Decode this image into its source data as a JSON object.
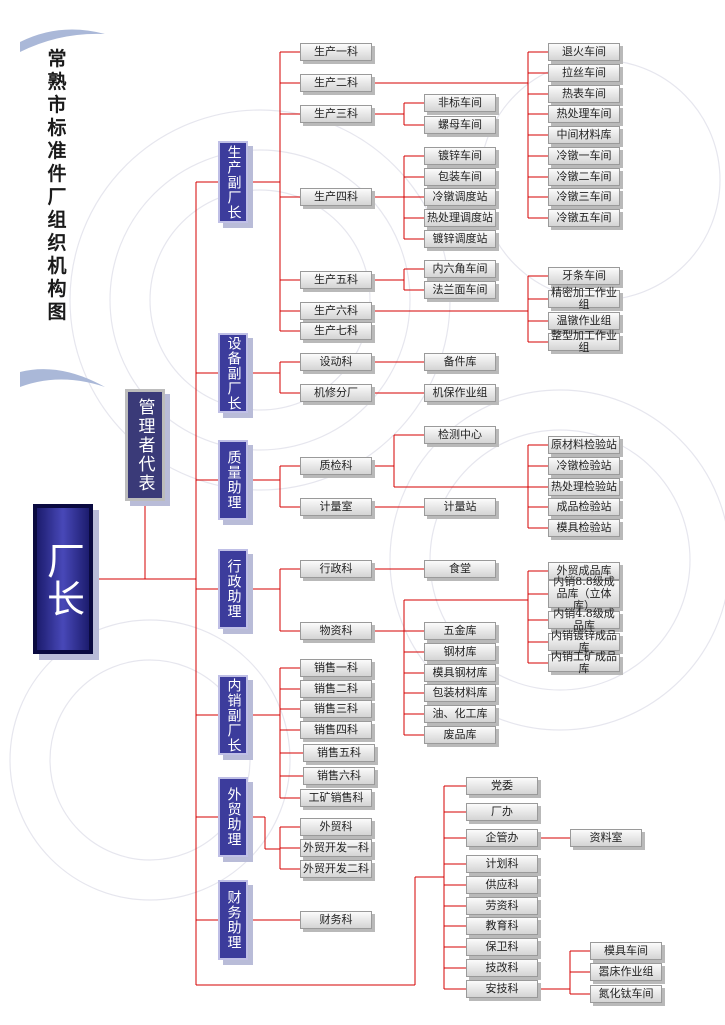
{
  "title": "常熟市标准件厂组织机构图",
  "root": {
    "label": "厂长"
  },
  "manager_rep": {
    "label": "管理者代表"
  },
  "nodes": [
    {
      "id": "prod_vp",
      "label": "生产副厂长",
      "kind": "head"
    },
    {
      "id": "s1",
      "label": "生产一科",
      "kind": "leaf"
    },
    {
      "id": "s2",
      "label": "生产二科",
      "kind": "leaf"
    },
    {
      "id": "s3",
      "label": "生产三科",
      "kind": "leaf"
    },
    {
      "id": "s4",
      "label": "生产四科",
      "kind": "leaf"
    },
    {
      "id": "s5",
      "label": "生产五科",
      "kind": "leaf"
    },
    {
      "id": "s6",
      "label": "生产六科",
      "kind": "leaf"
    },
    {
      "id": "s7",
      "label": "生产七科",
      "kind": "leaf"
    },
    {
      "id": "s2a",
      "label": "退火车间",
      "kind": "leaf"
    },
    {
      "id": "s2b",
      "label": "拉丝车间",
      "kind": "leaf"
    },
    {
      "id": "s2c",
      "label": "热表车间",
      "kind": "leaf"
    },
    {
      "id": "s2d",
      "label": "热处理车间",
      "kind": "leaf"
    },
    {
      "id": "s2e",
      "label": "中间材料库",
      "kind": "leaf"
    },
    {
      "id": "s2f",
      "label": "冷镦一车间",
      "kind": "leaf"
    },
    {
      "id": "s2g",
      "label": "冷镦二车间",
      "kind": "leaf"
    },
    {
      "id": "s2h",
      "label": "冷镦三车间",
      "kind": "leaf"
    },
    {
      "id": "s2i",
      "label": "冷镦五车间",
      "kind": "leaf"
    },
    {
      "id": "s3a",
      "label": "非标车间",
      "kind": "leaf"
    },
    {
      "id": "s3b",
      "label": "螺母车间",
      "kind": "leaf"
    },
    {
      "id": "s4a",
      "label": "镀锌车间",
      "kind": "leaf"
    },
    {
      "id": "s4b",
      "label": "包装车间",
      "kind": "leaf"
    },
    {
      "id": "s4c",
      "label": "冷镦调度站",
      "kind": "leaf"
    },
    {
      "id": "s4d",
      "label": "热处理调度站",
      "kind": "leaf"
    },
    {
      "id": "s4e",
      "label": "镀锌调度站",
      "kind": "leaf"
    },
    {
      "id": "s5a",
      "label": "内六角车间",
      "kind": "leaf"
    },
    {
      "id": "s5b",
      "label": "法兰面车间",
      "kind": "leaf"
    },
    {
      "id": "s6a",
      "label": "牙条车间",
      "kind": "leaf"
    },
    {
      "id": "s6b",
      "label": "精密加工作业组",
      "kind": "leaf"
    },
    {
      "id": "s6c",
      "label": "温镦作业组",
      "kind": "leaf"
    },
    {
      "id": "s6d",
      "label": "整型加工作业组",
      "kind": "leaf"
    },
    {
      "id": "eq_vp",
      "label": "设备副厂长",
      "kind": "head"
    },
    {
      "id": "e1",
      "label": "设动科",
      "kind": "leaf"
    },
    {
      "id": "e2",
      "label": "机修分厂",
      "kind": "leaf"
    },
    {
      "id": "e1a",
      "label": "备件库",
      "kind": "leaf"
    },
    {
      "id": "e2a",
      "label": "机保作业组",
      "kind": "leaf"
    },
    {
      "id": "q_as",
      "label": "质量助理",
      "kind": "head"
    },
    {
      "id": "q1",
      "label": "质检科",
      "kind": "leaf"
    },
    {
      "id": "q2",
      "label": "计量室",
      "kind": "leaf"
    },
    {
      "id": "q1a",
      "label": "检测中心",
      "kind": "leaf"
    },
    {
      "id": "q1b",
      "label": "原材料检验站",
      "kind": "leaf"
    },
    {
      "id": "q1c",
      "label": "冷镦检验站",
      "kind": "leaf"
    },
    {
      "id": "q1d",
      "label": "热处理检验站",
      "kind": "leaf"
    },
    {
      "id": "q1e",
      "label": "成品检验站",
      "kind": "leaf"
    },
    {
      "id": "q1f",
      "label": "模具检验站",
      "kind": "leaf"
    },
    {
      "id": "q2a",
      "label": "计量站",
      "kind": "leaf"
    },
    {
      "id": "a_as",
      "label": "行政助理",
      "kind": "head"
    },
    {
      "id": "a1",
      "label": "行政科",
      "kind": "leaf"
    },
    {
      "id": "a2",
      "label": "物资科",
      "kind": "leaf"
    },
    {
      "id": "a1a",
      "label": "食堂",
      "kind": "leaf"
    },
    {
      "id": "a2a",
      "label": "五金库",
      "kind": "leaf"
    },
    {
      "id": "a2b",
      "label": "钢材库",
      "kind": "leaf"
    },
    {
      "id": "a2c",
      "label": "模具钢材库",
      "kind": "leaf"
    },
    {
      "id": "a2d",
      "label": "包装材料库",
      "kind": "leaf"
    },
    {
      "id": "a2e",
      "label": "油、化工库",
      "kind": "leaf"
    },
    {
      "id": "a2f",
      "label": "废品库",
      "kind": "leaf"
    },
    {
      "id": "a2g",
      "label": "外贸成品库",
      "kind": "leaf"
    },
    {
      "id": "a2h",
      "label": "内销8.8级成品库（立体库）",
      "kind": "leaf"
    },
    {
      "id": "a2i",
      "label": "内销4.8级成品库",
      "kind": "leaf"
    },
    {
      "id": "a2j",
      "label": "内销镀锌成品库",
      "kind": "leaf"
    },
    {
      "id": "a2k",
      "label": "内销工矿成品库",
      "kind": "leaf"
    },
    {
      "id": "d_vp",
      "label": "内销副厂长",
      "kind": "head"
    },
    {
      "id": "d1",
      "label": "销售一科",
      "kind": "leaf"
    },
    {
      "id": "d2",
      "label": "销售二科",
      "kind": "leaf"
    },
    {
      "id": "d3",
      "label": "销售三科",
      "kind": "leaf"
    },
    {
      "id": "d4",
      "label": "销售四科",
      "kind": "leaf"
    },
    {
      "id": "d5",
      "label": "销售五科",
      "kind": "leaf"
    },
    {
      "id": "d6",
      "label": "销售六科",
      "kind": "leaf"
    },
    {
      "id": "d7",
      "label": "工矿销售科",
      "kind": "leaf"
    },
    {
      "id": "f_as",
      "label": "外贸助理",
      "kind": "head"
    },
    {
      "id": "f1",
      "label": "外贸科",
      "kind": "leaf"
    },
    {
      "id": "f2",
      "label": "外贸开发一科",
      "kind": "leaf"
    },
    {
      "id": "f3",
      "label": "外贸开发二科",
      "kind": "leaf"
    },
    {
      "id": "fi_as",
      "label": "财务助理",
      "kind": "head"
    },
    {
      "id": "fi1",
      "label": "财务科",
      "kind": "leaf"
    },
    {
      "id": "o1",
      "label": "党委",
      "kind": "leaf"
    },
    {
      "id": "o2",
      "label": "厂办",
      "kind": "leaf"
    },
    {
      "id": "o3",
      "label": "企管办",
      "kind": "leaf"
    },
    {
      "id": "o3a",
      "label": "资料室",
      "kind": "leaf"
    },
    {
      "id": "o4",
      "label": "计划科",
      "kind": "leaf"
    },
    {
      "id": "o5",
      "label": "供应科",
      "kind": "leaf"
    },
    {
      "id": "o6",
      "label": "劳资科",
      "kind": "leaf"
    },
    {
      "id": "o7",
      "label": "教育科",
      "kind": "leaf"
    },
    {
      "id": "o8",
      "label": "保卫科",
      "kind": "leaf"
    },
    {
      "id": "o9",
      "label": "技改科",
      "kind": "leaf"
    },
    {
      "id": "o10",
      "label": "安技科",
      "kind": "leaf"
    },
    {
      "id": "o10a",
      "label": "模具车间",
      "kind": "leaf"
    },
    {
      "id": "o10b",
      "label": "嚣床作业组",
      "kind": "leaf"
    },
    {
      "id": "o10c",
      "label": "氮化钛车间",
      "kind": "leaf"
    }
  ],
  "colors": {
    "connector": "#d40000",
    "head_fill": "#3c3c9c",
    "root_fill": "#2a2a8a",
    "leaf_fill": "#e6e6e6"
  }
}
